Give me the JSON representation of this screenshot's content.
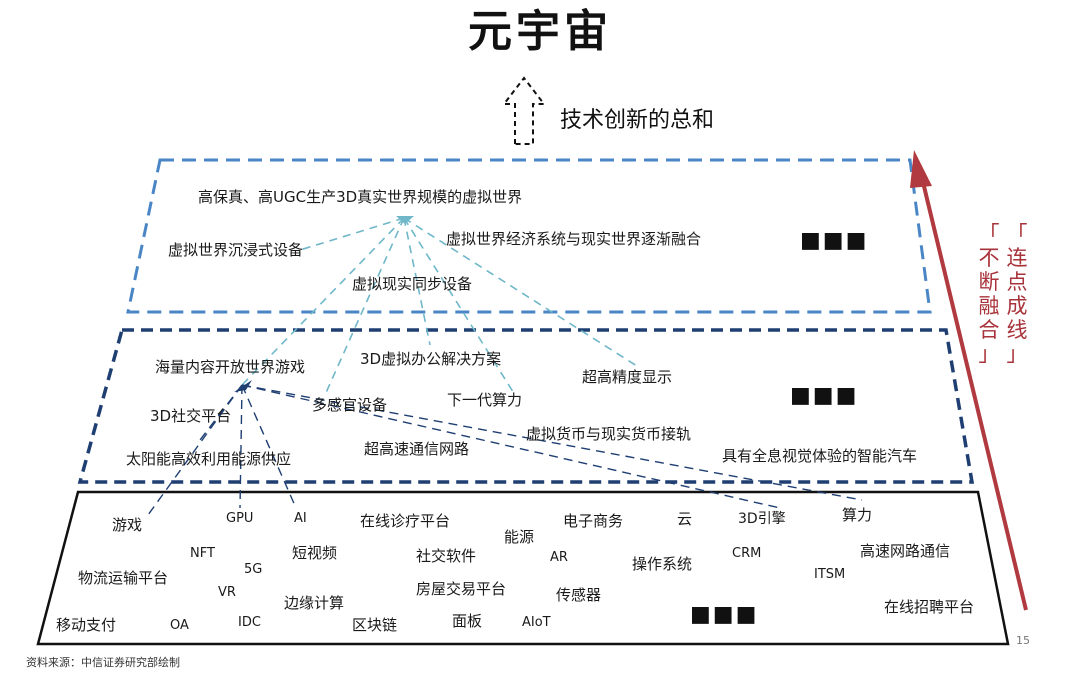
{
  "title": "元宇宙",
  "subtitle": "技术创新的总和",
  "side_label_left": "「不断融合」",
  "side_label_right": "「连点成线」",
  "top_layer": {
    "items": [
      "高保真、高UGC生产3D真实世界规模的虚拟世界",
      "虚拟世界沉浸式设备",
      "虚拟世界经济系统与现实世界逐渐融合",
      "虚拟现实同步设备"
    ],
    "ellipsis": "■■■"
  },
  "middle_layer": {
    "items": [
      "海量内容开放世界游戏",
      "3D虚拟办公解决方案",
      "超高精度显示",
      "下一代算力",
      "3D社交平台",
      "多感官设备",
      "虚拟货币与现实货币接轨",
      "超高速通信网路",
      "太阳能高效利用能源供应",
      "具有全息视觉体验的智能汽车"
    ],
    "ellipsis": "■■■"
  },
  "bottom_layer": {
    "items": [
      "游戏",
      "GPU",
      "AI",
      "在线诊疗平台",
      "电子商务",
      "云",
      "3D引擎",
      "算力",
      "能源",
      "NFT",
      "短视频",
      "社交软件",
      "AR",
      "操作系统",
      "CRM",
      "高速网路通信",
      "5G",
      "物流运输平台",
      "ITSM",
      "VR",
      "房屋交易平台",
      "传感器",
      "边缘计算",
      "在线招聘平台",
      "移动支付",
      "OA",
      "IDC",
      "区块链",
      "面板",
      "AIoT"
    ],
    "ellipsis": "■■■"
  },
  "colors": {
    "top_border": "#4a86c5",
    "middle_border": "#1f3f73",
    "connector_line": "#6fb7c9",
    "arrow": "#b03a3f",
    "side_text": "#a8333a"
  },
  "source_note": "资料来源：中信证券研究部绘制",
  "page_number": "15"
}
